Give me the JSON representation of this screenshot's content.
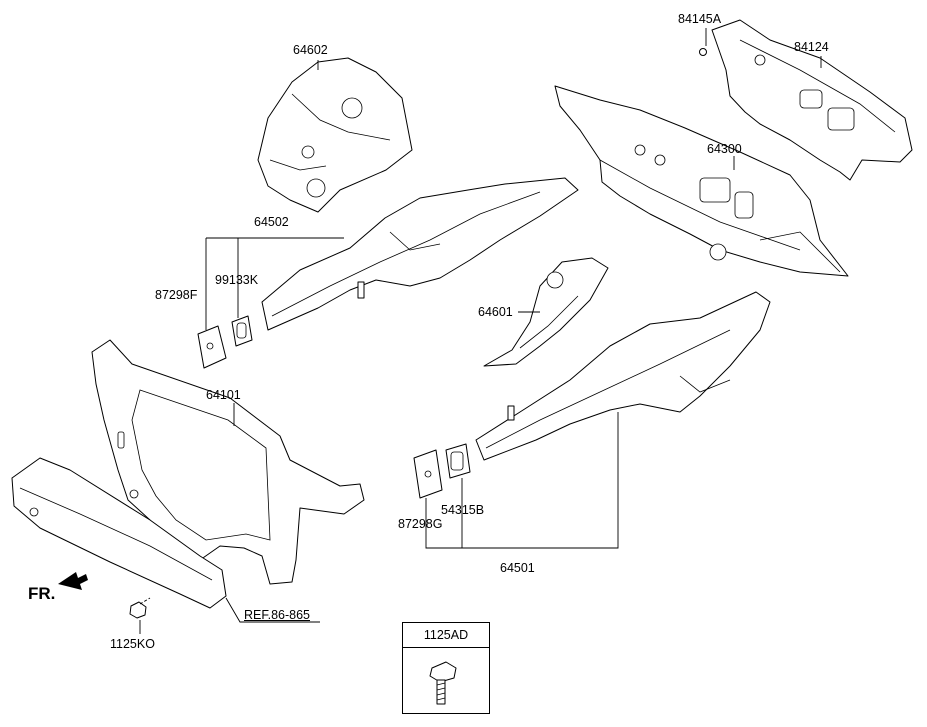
{
  "labels": {
    "p84145A": "84145A",
    "p84124": "84124",
    "p64602": "64602",
    "p64300": "64300",
    "p64502": "64502",
    "p99133K": "99133K",
    "p87298F": "87298F",
    "p64601": "64601",
    "p64101": "64101",
    "p87298G": "87298G",
    "p54315B": "54315B",
    "p64501": "64501",
    "p1125KO": "1125KO",
    "ref": "REF.86-865",
    "fr": "FR."
  },
  "legend": {
    "part_no": "1125AD"
  }
}
